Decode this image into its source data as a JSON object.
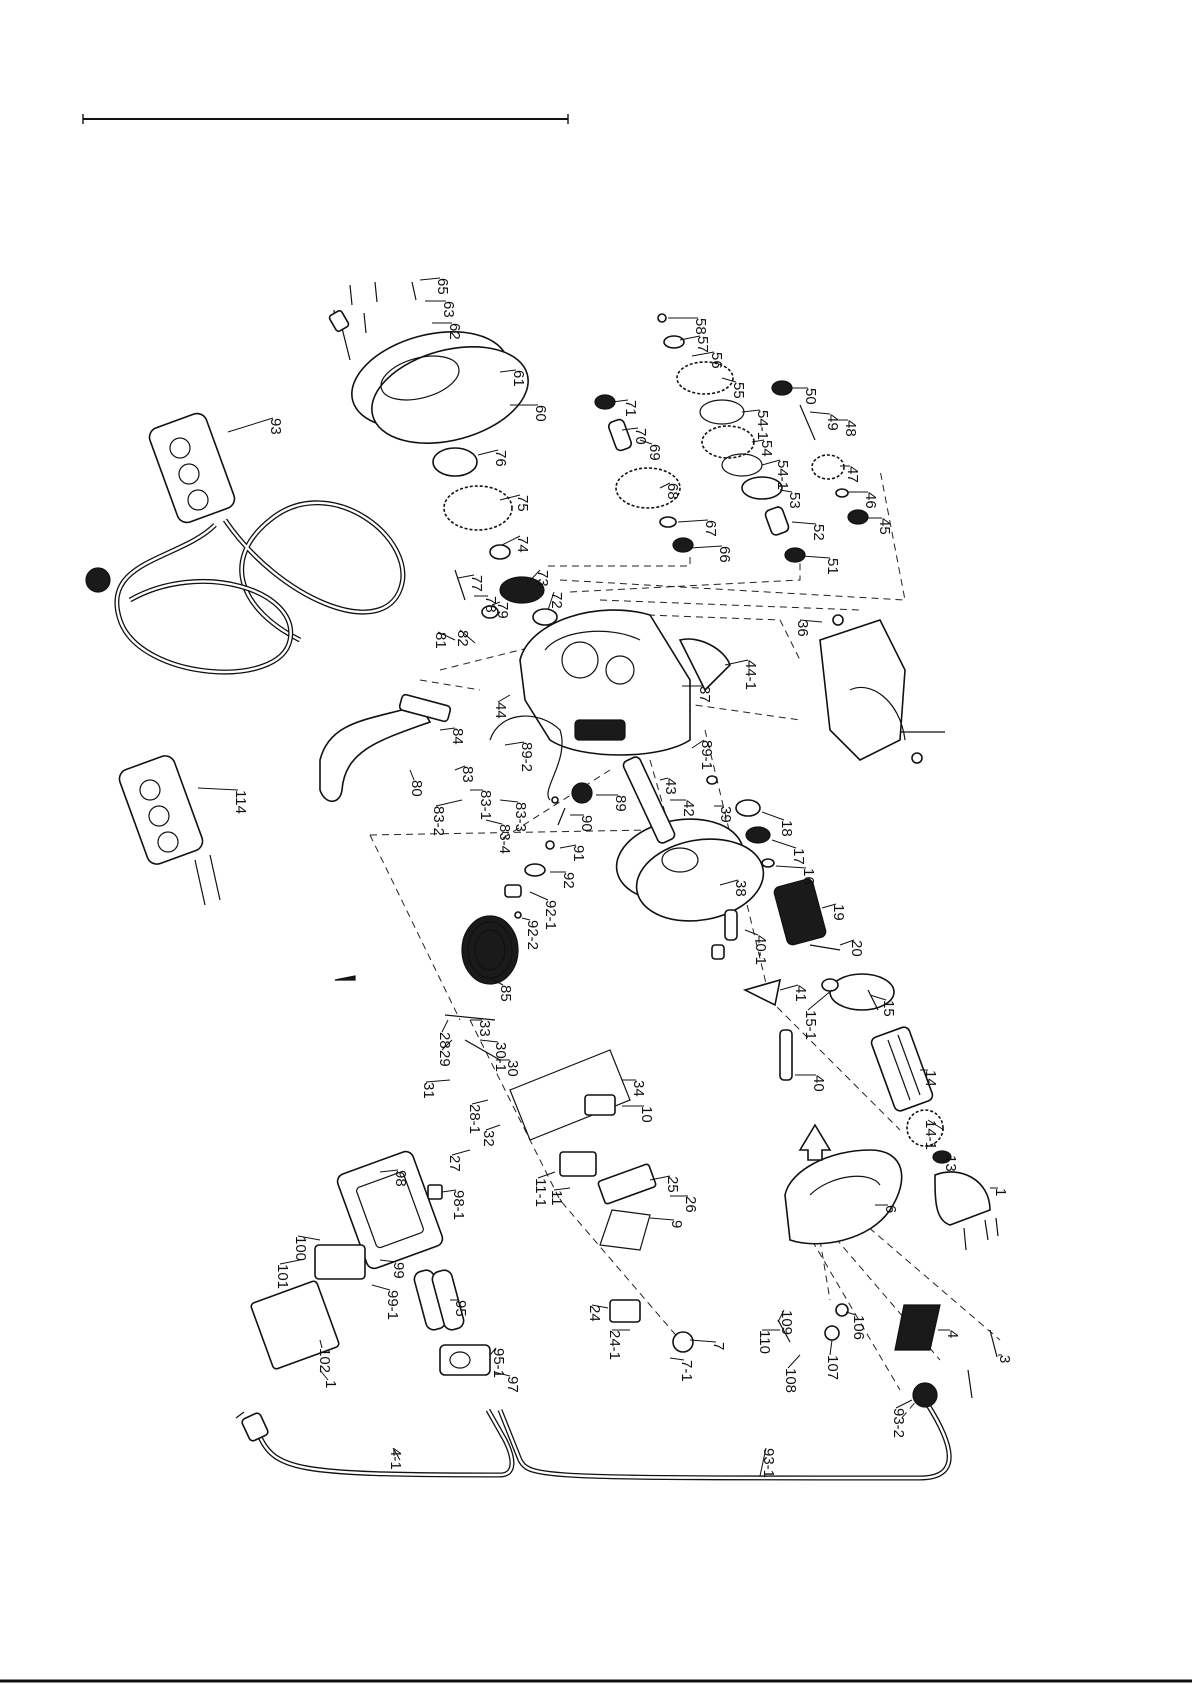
{
  "parts": [
    {
      "id": "p65",
      "label": "65"
    },
    {
      "id": "p63",
      "label": "63"
    },
    {
      "id": "p62",
      "label": "62"
    },
    {
      "id": "p61",
      "label": "61"
    },
    {
      "id": "p60",
      "label": "60"
    },
    {
      "id": "p76",
      "label": "76"
    },
    {
      "id": "p75",
      "label": "75"
    },
    {
      "id": "p74",
      "label": "74"
    },
    {
      "id": "p73",
      "label": "73"
    },
    {
      "id": "p72",
      "label": "72"
    },
    {
      "id": "p77",
      "label": "77"
    },
    {
      "id": "p78",
      "label": "78"
    },
    {
      "id": "p79",
      "label": "79"
    },
    {
      "id": "p81",
      "label": "81"
    },
    {
      "id": "p82",
      "label": "82"
    },
    {
      "id": "p93",
      "label": "93"
    },
    {
      "id": "p58",
      "label": "58"
    },
    {
      "id": "p57",
      "label": "57"
    },
    {
      "id": "p56",
      "label": "56"
    },
    {
      "id": "p55",
      "label": "55"
    },
    {
      "id": "p71",
      "label": "71"
    },
    {
      "id": "p70",
      "label": "70"
    },
    {
      "id": "p69",
      "label": "69"
    },
    {
      "id": "p54-1a",
      "label": "54-1"
    },
    {
      "id": "p54",
      "label": "54"
    },
    {
      "id": "p54-1b",
      "label": "54-1"
    },
    {
      "id": "p68",
      "label": "68"
    },
    {
      "id": "p53",
      "label": "53"
    },
    {
      "id": "p67",
      "label": "67"
    },
    {
      "id": "p52",
      "label": "52"
    },
    {
      "id": "p66",
      "label": "66"
    },
    {
      "id": "p51",
      "label": "51"
    },
    {
      "id": "p50",
      "label": "50"
    },
    {
      "id": "p49",
      "label": "49"
    },
    {
      "id": "p48",
      "label": "48"
    },
    {
      "id": "p47",
      "label": "47"
    },
    {
      "id": "p46",
      "label": "46"
    },
    {
      "id": "p45",
      "label": "45"
    },
    {
      "id": "p36",
      "label": "36"
    },
    {
      "id": "p44-1",
      "label": "44-1"
    },
    {
      "id": "p37",
      "label": "37"
    },
    {
      "id": "p44",
      "label": "44"
    },
    {
      "id": "p84",
      "label": "84"
    },
    {
      "id": "p89-2",
      "label": "89-2"
    },
    {
      "id": "p89-1",
      "label": "89-1"
    },
    {
      "id": "p80",
      "label": "80"
    },
    {
      "id": "p83",
      "label": "83"
    },
    {
      "id": "p83-1",
      "label": "83-1"
    },
    {
      "id": "p83-2",
      "label": "83-2"
    },
    {
      "id": "p83-3",
      "label": "83-3"
    },
    {
      "id": "p83-4",
      "label": "83-4"
    },
    {
      "id": "p89",
      "label": "89"
    },
    {
      "id": "p43",
      "label": "43"
    },
    {
      "id": "p42",
      "label": "42"
    },
    {
      "id": "p39",
      "label": "39"
    },
    {
      "id": "p18",
      "label": "18"
    },
    {
      "id": "p17",
      "label": "17"
    },
    {
      "id": "p16",
      "label": "16"
    },
    {
      "id": "p114",
      "label": "114"
    },
    {
      "id": "p90",
      "label": "90"
    },
    {
      "id": "p91",
      "label": "91"
    },
    {
      "id": "p92",
      "label": "92"
    },
    {
      "id": "p92-1",
      "label": "92-1"
    },
    {
      "id": "p92-2",
      "label": "92-2"
    },
    {
      "id": "p38",
      "label": "38"
    },
    {
      "id": "p19",
      "label": "19"
    },
    {
      "id": "p40-1",
      "label": "40-1"
    },
    {
      "id": "p20",
      "label": "20"
    },
    {
      "id": "p85",
      "label": "85"
    },
    {
      "id": "p41",
      "label": "41"
    },
    {
      "id": "p15-1",
      "label": "15-1"
    },
    {
      "id": "p15",
      "label": "15"
    },
    {
      "id": "p33",
      "label": "33"
    },
    {
      "id": "p28",
      "label": "28"
    },
    {
      "id": "p29",
      "label": "29"
    },
    {
      "id": "p30-1",
      "label": "30-1"
    },
    {
      "id": "p30",
      "label": "30"
    },
    {
      "id": "p34",
      "label": "34"
    },
    {
      "id": "p40",
      "label": "40"
    },
    {
      "id": "p14",
      "label": "14"
    },
    {
      "id": "p31",
      "label": "31"
    },
    {
      "id": "p28-1",
      "label": "28-1"
    },
    {
      "id": "p10",
      "label": "10"
    },
    {
      "id": "p32",
      "label": "32"
    },
    {
      "id": "p27",
      "label": "27"
    },
    {
      "id": "p14-1",
      "label": "14-1"
    },
    {
      "id": "p13",
      "label": "13"
    },
    {
      "id": "p98",
      "label": "98"
    },
    {
      "id": "p11-1",
      "label": "11-1"
    },
    {
      "id": "p11",
      "label": "11"
    },
    {
      "id": "p25",
      "label": "25"
    },
    {
      "id": "p26",
      "label": "26"
    },
    {
      "id": "p98-1",
      "label": "98-1"
    },
    {
      "id": "p1",
      "label": "1"
    },
    {
      "id": "p6",
      "label": "6"
    },
    {
      "id": "p9",
      "label": "9"
    },
    {
      "id": "p100",
      "label": "100"
    },
    {
      "id": "p101",
      "label": "101"
    },
    {
      "id": "p99",
      "label": "99"
    },
    {
      "id": "p99-1",
      "label": "99-1"
    },
    {
      "id": "p95",
      "label": "95"
    },
    {
      "id": "p24",
      "label": "24"
    },
    {
      "id": "p24-1",
      "label": "24-1"
    },
    {
      "id": "p106",
      "label": "106"
    },
    {
      "id": "p109",
      "label": "109"
    },
    {
      "id": "p110",
      "label": "110"
    },
    {
      "id": "p107",
      "label": "107"
    },
    {
      "id": "p108",
      "label": "108"
    },
    {
      "id": "p102",
      "label": "102"
    },
    {
      "id": "p95-1",
      "label": "95-1"
    },
    {
      "id": "p7",
      "label": "7"
    },
    {
      "id": "p7-1",
      "label": "7-1"
    },
    {
      "id": "p97",
      "label": "97"
    },
    {
      "id": "p4",
      "label": "4"
    },
    {
      "id": "p3",
      "label": "3"
    },
    {
      "id": "p1b",
      "label": "1"
    },
    {
      "id": "p4-1",
      "label": "4-1"
    },
    {
      "id": "p93-1",
      "label": "93-1"
    },
    {
      "id": "p93-2",
      "label": "93-2"
    }
  ]
}
